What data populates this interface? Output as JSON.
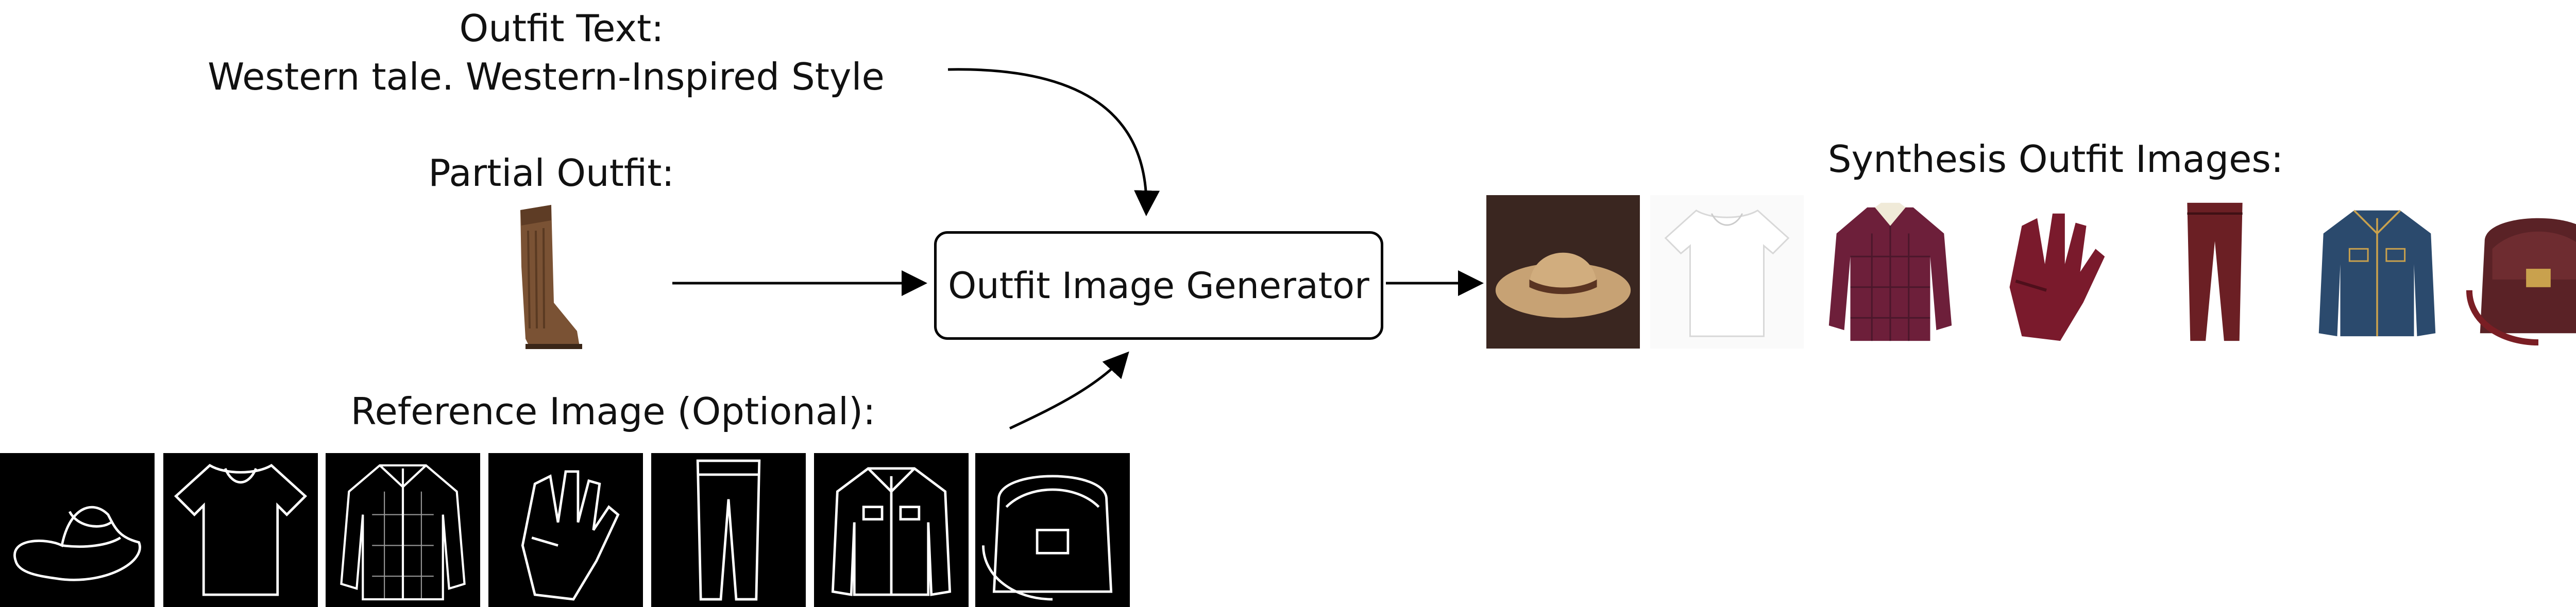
{
  "outfit_text": {
    "heading": "Outfit Text:",
    "value": "Western tale. Western-Inspired Style"
  },
  "partial_outfit": {
    "heading": "Partial Outfit:",
    "item": "boot"
  },
  "reference_image": {
    "heading": "Reference Image (Optional):",
    "sketches": [
      "hat",
      "t-shirt",
      "shirt",
      "gloves",
      "pants",
      "jacket",
      "bag"
    ]
  },
  "generator": {
    "label": "Outfit Image Generator"
  },
  "synthesis": {
    "heading": "Synthesis Outfit Images:",
    "items": [
      "hat",
      "t-shirt",
      "shirt",
      "gloves",
      "pants",
      "jacket",
      "bag"
    ]
  },
  "colors": {
    "boot": "#7a5234",
    "hat": "#c7a274",
    "hat_bg": "#3a2620",
    "tshirt": "#ffffff",
    "shirt": "#6d1f3a",
    "gloves": "#7a1a2c",
    "pants": "#6b1f24",
    "jacket": "#2b4a6d",
    "bag": "#5a2226",
    "sketch_line": "#ffffff",
    "sketch_bg": "#000000"
  }
}
